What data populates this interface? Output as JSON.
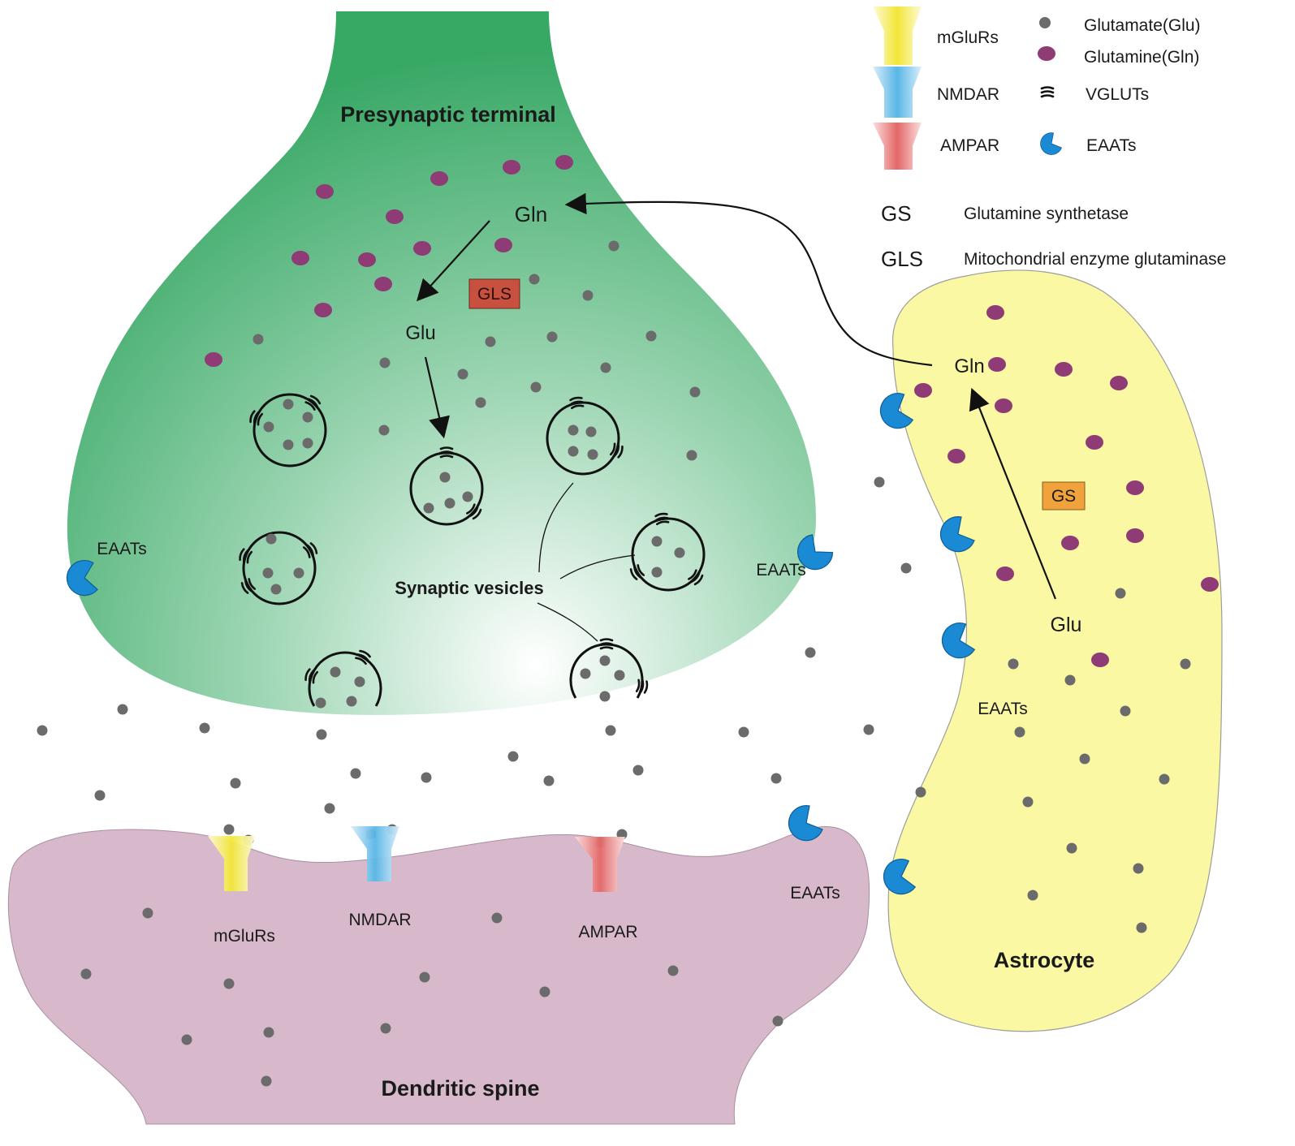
{
  "presynaptic": {
    "title": "Presynaptic terminal",
    "gln": "Gln",
    "glu": "Glu",
    "gls_box": "GLS",
    "vesicles_label": "Synaptic vesicles",
    "eaats_left": "EAATs",
    "eaats_right": "EAATs"
  },
  "astrocyte": {
    "title": "Astrocyte",
    "gln": "Gln",
    "glu": "Glu",
    "gs_box": "GS",
    "eaats_label": "EAATs"
  },
  "dendrite": {
    "title": "Dendritic spine",
    "mglurs": "mGluRs",
    "nmdar": "NMDAR",
    "ampar": "AMPAR",
    "eaats_label": "EAATs"
  },
  "legend": {
    "mglurs": "mGluRs",
    "nmdar": "NMDAR",
    "ampar": "AMPAR",
    "glutamate": "Glutamate(Glu)",
    "glutamine": "Glutamine(Gln)",
    "vgluts": "VGLUTs",
    "eaats": "EAATs",
    "gs_abbr": "GS",
    "gs_full": "Glutamine synthetase",
    "gls_abbr": "GLS",
    "gls_full": "Mitochondrial enzyme glutaminase"
  },
  "colors": {
    "presynaptic_green": "#3aa663",
    "astrocyte_yellow": "#fbf8a4",
    "dendrite_pink": "#d8b9cb",
    "glutamate_dot": "#6b6b6b",
    "glutamine_dot": "#8e3b76",
    "eaat_blue": "#1a8ad4",
    "gls_box": "#c8503f",
    "gs_box": "#f0a33c",
    "mglur_yellow": "#f6ec56",
    "nmdar_blue": "#58b6e6",
    "ampar_red": "#e46767"
  }
}
